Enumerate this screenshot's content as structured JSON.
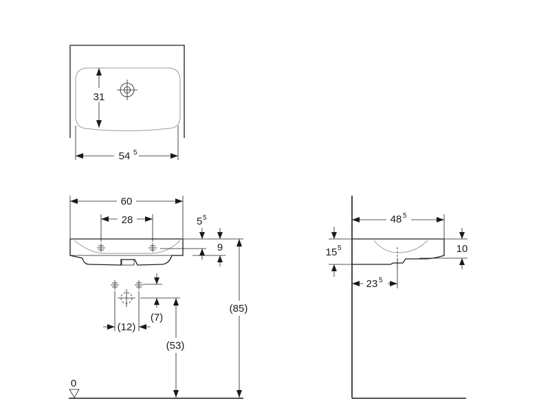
{
  "dimensions": {
    "bowl_depth": {
      "value": "31",
      "sup": ""
    },
    "bowl_width": {
      "value": "54",
      "sup": "5"
    },
    "total_width": {
      "value": "60",
      "sup": ""
    },
    "tap_spacing": {
      "value": "28",
      "sup": ""
    },
    "rim_offset": {
      "value": "5",
      "sup": "5"
    },
    "rim_height": {
      "value": "9",
      "sup": ""
    },
    "rim_height_height": {
      "value": "(85)",
      "sup": ""
    },
    "supply_spacing": {
      "value": "(12)",
      "sup": ""
    },
    "supply_height": {
      "value": "(7)",
      "sup": ""
    },
    "drain_height": {
      "value": "(53)",
      "sup": ""
    },
    "floor_level": {
      "value": "0",
      "sup": ""
    },
    "side_depth": {
      "value": "48",
      "sup": "5"
    },
    "side_height": {
      "value": "15",
      "sup": "5"
    },
    "side_thickness": {
      "value": "10",
      "sup": ""
    },
    "drain_distance": {
      "value": "23",
      "sup": "5"
    }
  }
}
